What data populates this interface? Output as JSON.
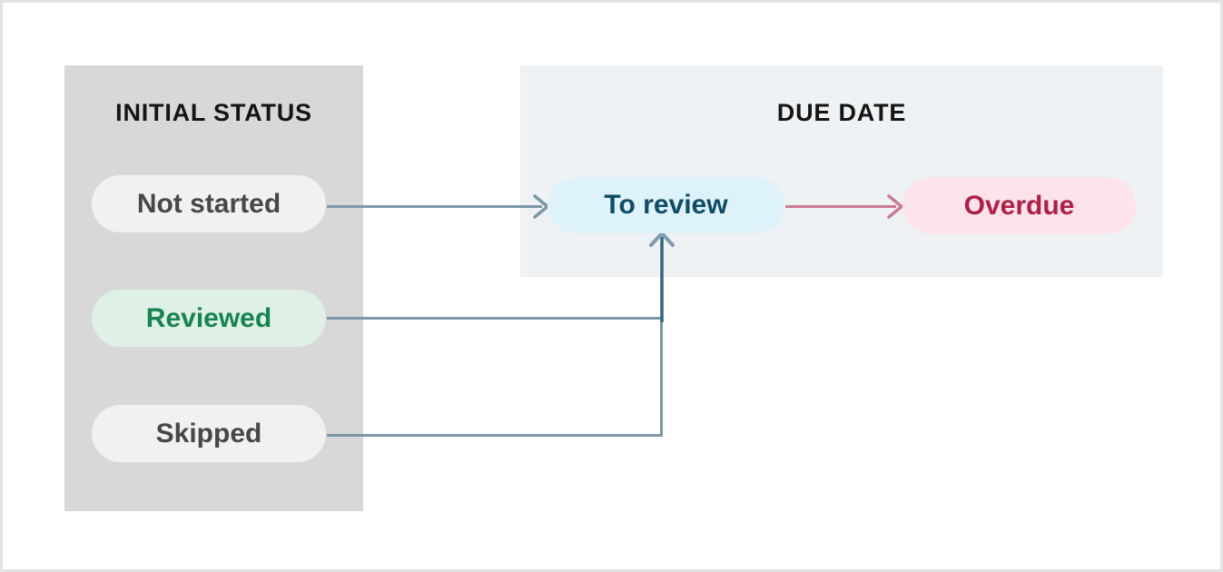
{
  "page": {
    "background": "#ffffff",
    "border_color": "#e3e3e3"
  },
  "diagram": {
    "title_color": "#141414",
    "initial_status": {
      "title": "INITIAL STATUS",
      "panel_bg": "#d8d8d8",
      "items": [
        {
          "label": "Not started",
          "bg": "#f1f1f1",
          "color": "#474747"
        },
        {
          "label": "Reviewed",
          "bg": "#dff0e7",
          "color": "#158550"
        },
        {
          "label": "Skipped",
          "bg": "#f1f1f1",
          "color": "#474747"
        }
      ]
    },
    "due_date": {
      "title": "DUE DATE",
      "panel_bg": "#eef2f4",
      "items": [
        {
          "label": "To review",
          "bg": "#def2fa",
          "color": "#0f4c66"
        },
        {
          "label": "Overdue",
          "bg": "#fce4ea",
          "color": "#b01e46"
        }
      ]
    },
    "arrows": {
      "gray_blue": "#7b99a7",
      "dark_teal": "#35657b",
      "chevron_gray": "#7f9dab",
      "pink": "#cb7b93"
    }
  }
}
